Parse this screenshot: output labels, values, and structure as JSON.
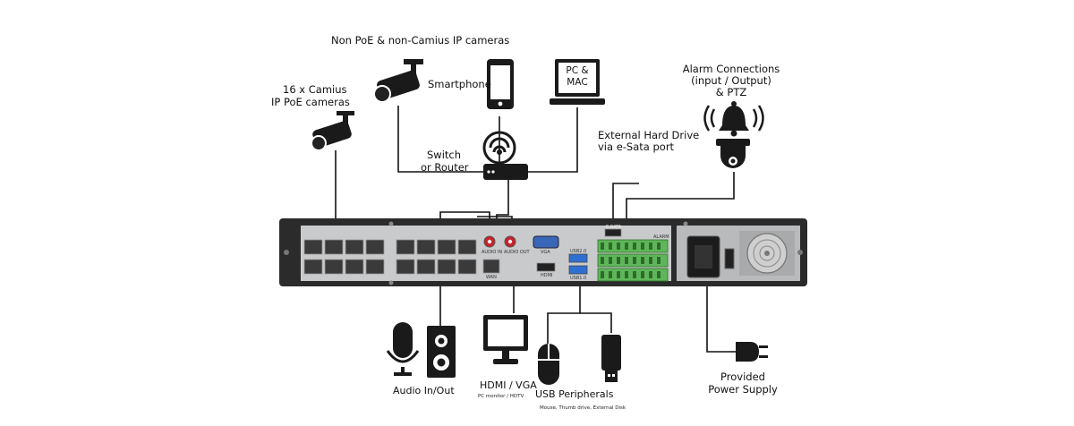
{
  "labels": {
    "non_poe": "Non PoE & non-Camius IP cameras",
    "camius_line1": "16 x Camius",
    "camius_line2": "IP PoE cameras",
    "smartphone": "Smartphone",
    "pc_mac_line1": "PC &",
    "pc_mac_line2": "MAC",
    "switch_line1": "Switch",
    "switch_line2": "or Router",
    "alarm_line1": "Alarm Connections",
    "alarm_line2": "(input / Output)",
    "alarm_line3": "& PTZ",
    "hdd_line1": "External Hard Drive",
    "hdd_line2": "via e-Sata port",
    "audio": "Audio In/Out",
    "hdmi": "HDMI / VGA",
    "hdmi_sub": "PC monitor / HDTV",
    "usb": "USB Peripherals",
    "usb_sub": "Mouse, Thumb drive, External Disk",
    "power_line1": "Provided",
    "power_line2": "Power Supply"
  },
  "panel_text": {
    "vga": "VGA",
    "hdmi": "HDMI",
    "esata": "E-SATA",
    "usb2": "USB2.0",
    "usb1": "USB1.0",
    "alarm": "ALARM",
    "audio_in": "AUDIO IN",
    "audio_out": "AUDIO OUT",
    "wan": "WAN"
  },
  "colors": {
    "chassis": "#2b2b2b",
    "panel": "#c9cacb",
    "terminal_green": "#5fb65a",
    "usb_blue": "#2f6fd1",
    "audio_red": "#c8202a",
    "vga_blue": "#3a66b8",
    "wire": "#111111"
  }
}
